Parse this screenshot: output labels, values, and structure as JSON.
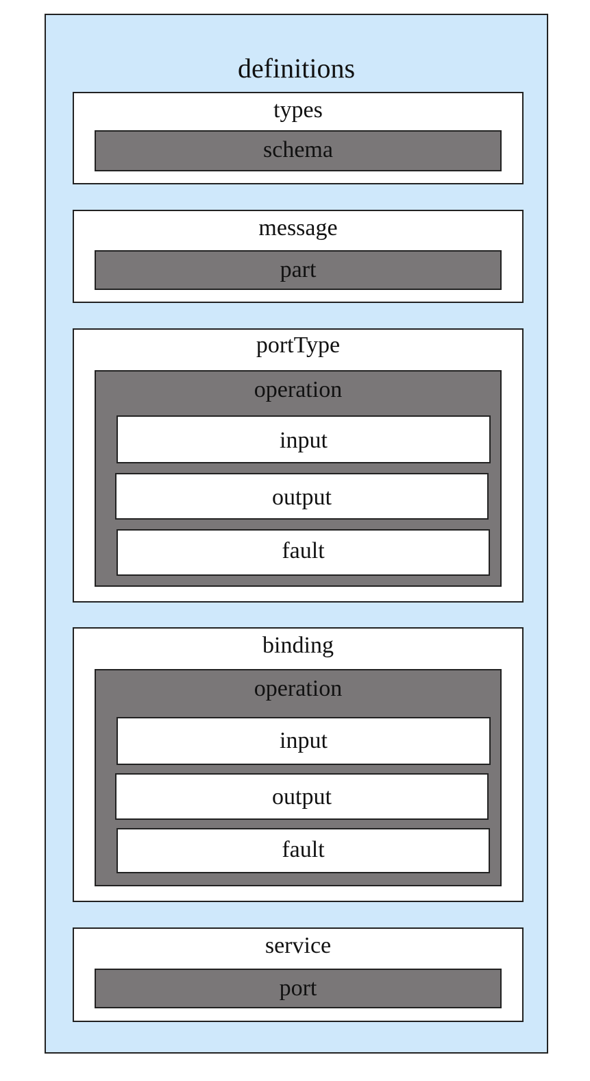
{
  "root": {
    "label": "definitions"
  },
  "types": {
    "label": "types",
    "children": [
      "schema"
    ]
  },
  "message": {
    "label": "message",
    "children": [
      "part"
    ]
  },
  "portType": {
    "label": "portType",
    "operation": {
      "label": "operation",
      "children": [
        "input",
        "output",
        "fault"
      ]
    }
  },
  "binding": {
    "label": "binding",
    "operation": {
      "label": "operation",
      "children": [
        "input",
        "output",
        "fault"
      ]
    }
  },
  "service": {
    "label": "service",
    "children": [
      "port"
    ]
  },
  "colors": {
    "outer_fill": "#cfe8fb",
    "section_fill": "#ffffff",
    "nested_fill": "#7a7778",
    "border": "#222222"
  }
}
